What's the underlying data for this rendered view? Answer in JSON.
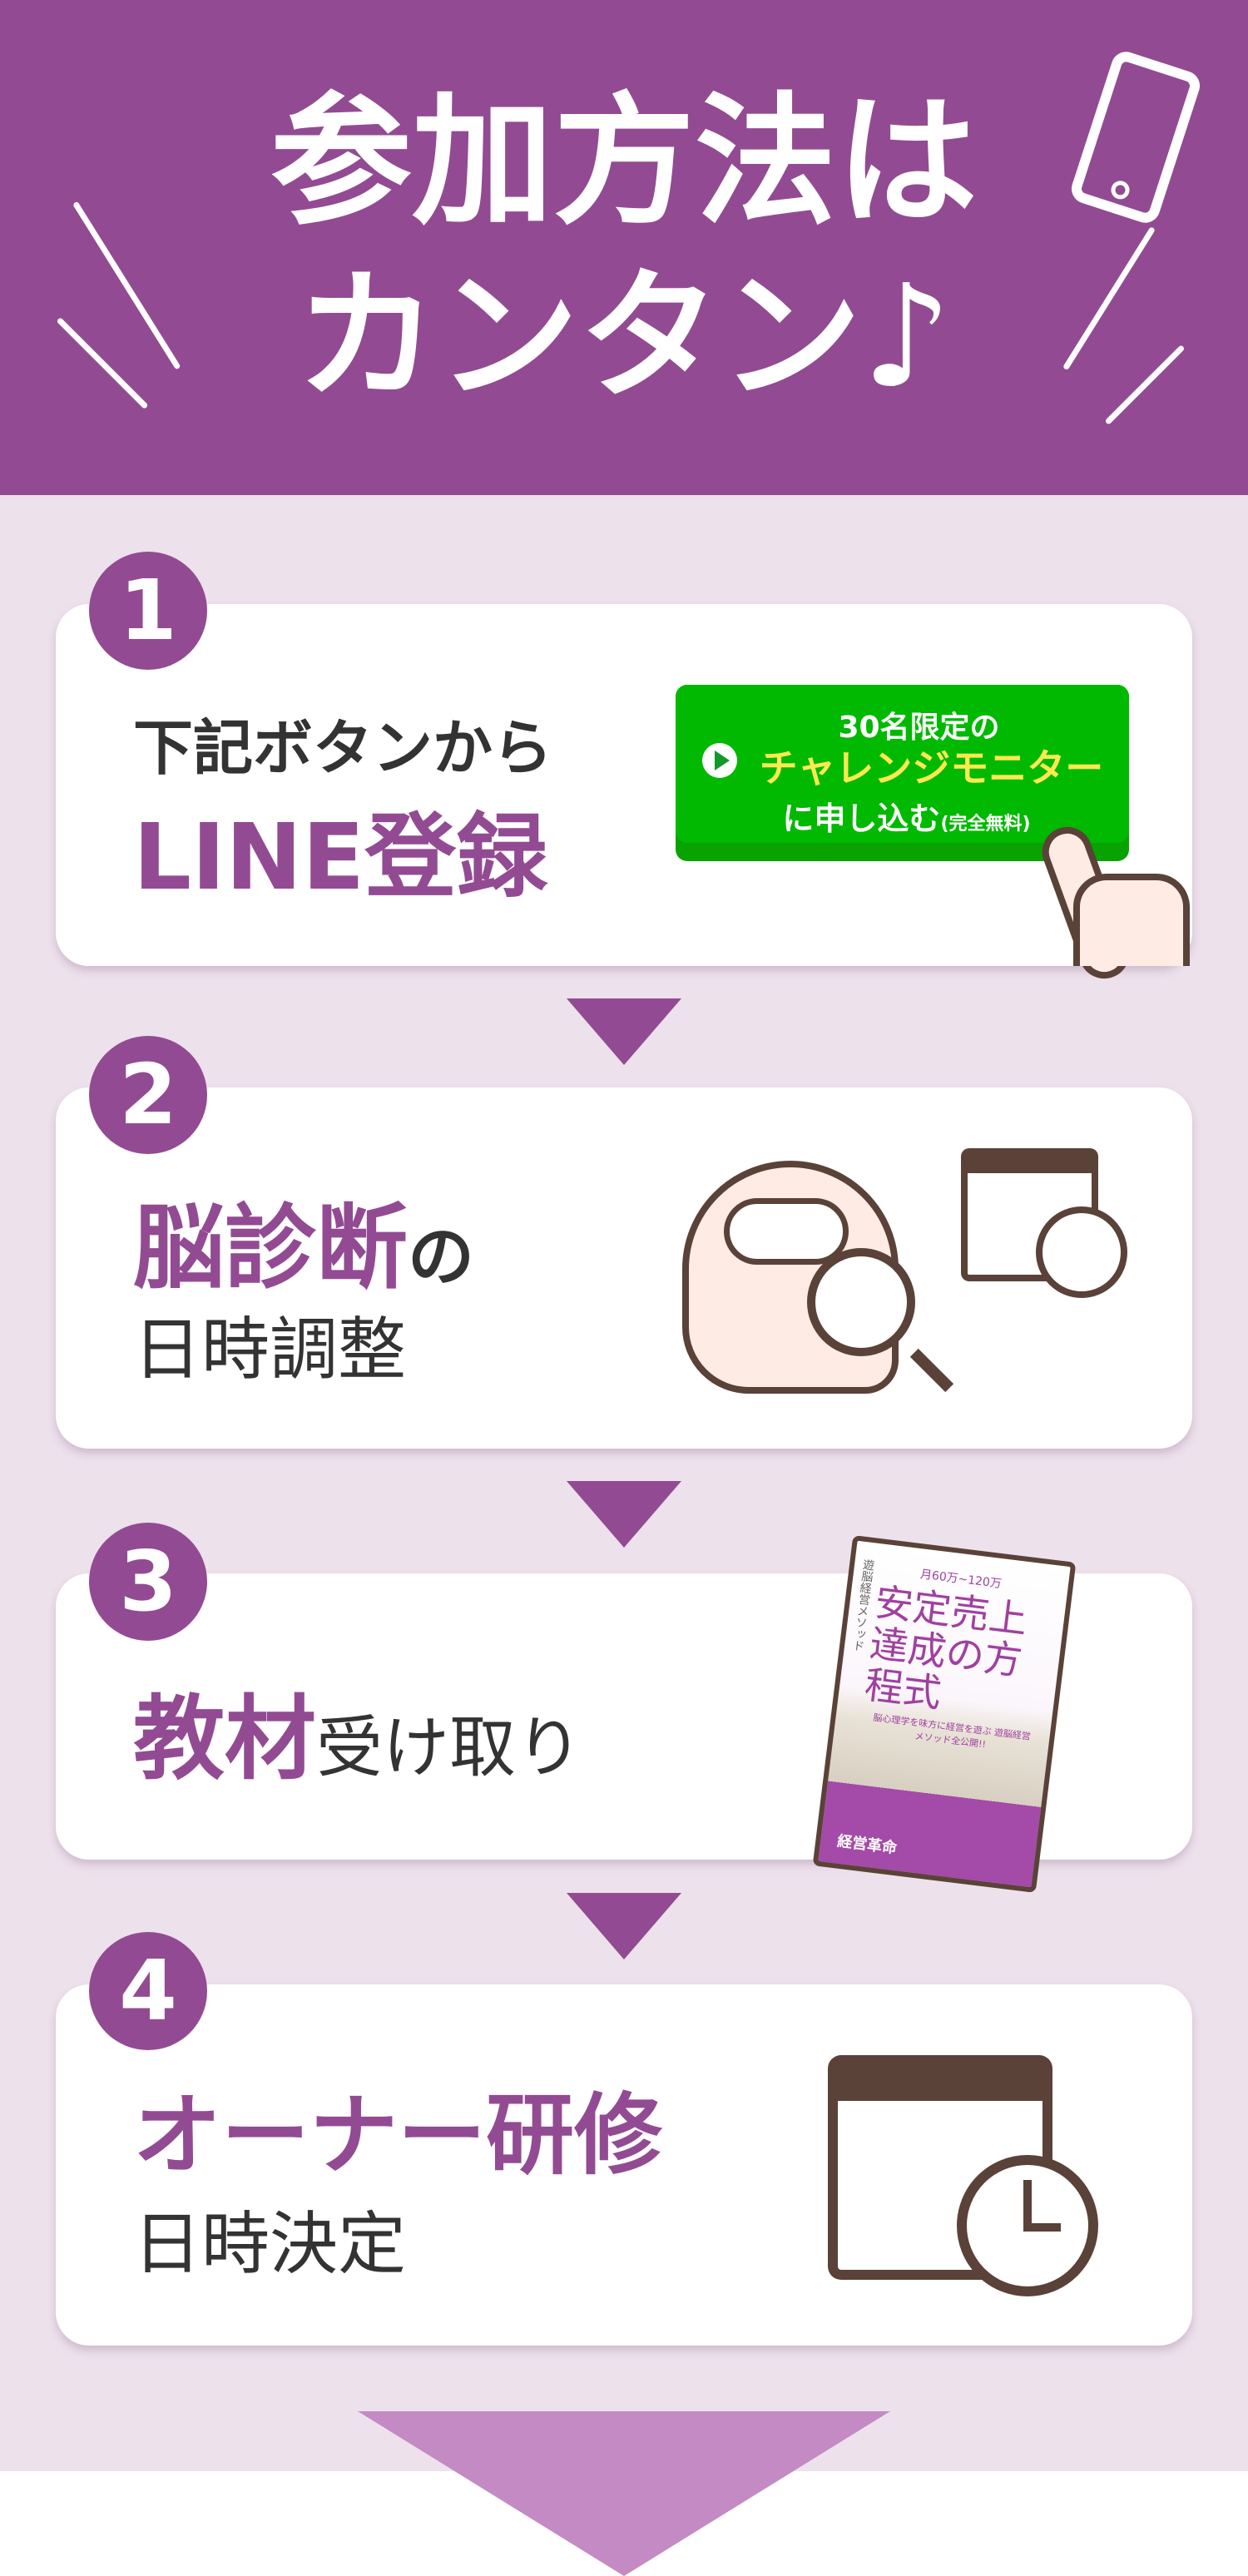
{
  "header": {
    "title_line1": "参加方法は",
    "title_line2": "カンタン♪",
    "icon": "smartphone-icon"
  },
  "steps": [
    {
      "number": "1",
      "text_line1": "下記ボタンから",
      "text_line2": "LINE登録",
      "button": {
        "line1": "30名限定の",
        "line2": "チャレンジモニター",
        "line3": "に申し込む",
        "note": "(完全無料)",
        "icon": "play-icon"
      },
      "illustration": "pointing-hand-icon"
    },
    {
      "number": "2",
      "text_line1_highlight": "脳診断",
      "text_line1_rest": "の",
      "text_line2": "日時調整",
      "illustration": "brain-magnifier-calendar-icon"
    },
    {
      "number": "3",
      "text_highlight": "教材",
      "text_rest": "受け取り",
      "book": {
        "top": "月60万~120万",
        "title": "安定売上達成の方程式",
        "spine": "遊脳経営メソッド",
        "subtitle": "脳心理学を味方に経営を遊ぶ 遊脳経営メソッド全公開!!",
        "band": "経営革命"
      },
      "illustration": "book-icon"
    },
    {
      "number": "4",
      "text_line1": "オーナー研修",
      "text_line2": "日時決定",
      "illustration": "calendar-clock-icon"
    }
  ],
  "colors": {
    "brand": "#924b92",
    "background": "#ede1ec",
    "line_green": "#00b900",
    "highlight_yellow": "#fbe94f"
  }
}
